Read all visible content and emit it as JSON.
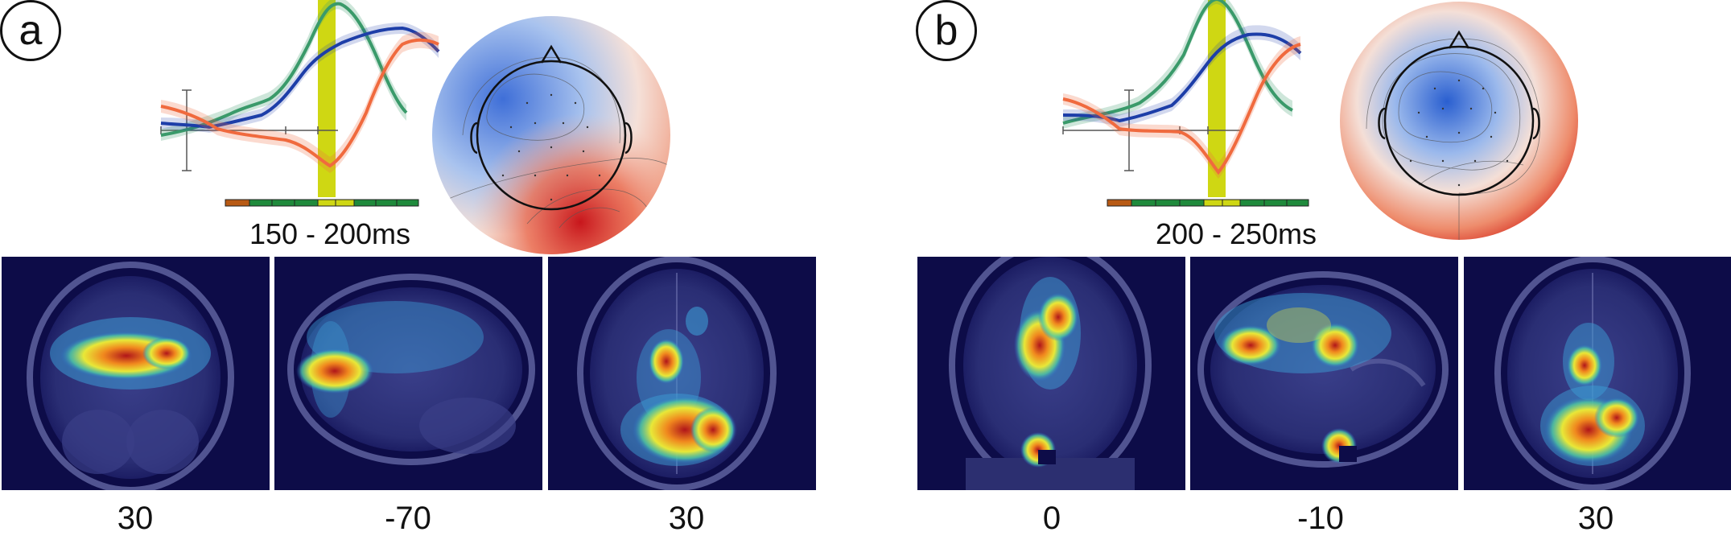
{
  "panels": [
    {
      "label": "a",
      "time_window": "150 - 200ms",
      "slices": [
        {
          "view": "coronal",
          "coordinate": "30"
        },
        {
          "view": "sagittal",
          "coordinate": "-70"
        },
        {
          "view": "axial",
          "coordinate": "30"
        }
      ],
      "erp_colors": {
        "green": "#3a9a6a",
        "blue": "#1d3ea8",
        "orange": "#f06a3e",
        "highlight": "#cfd713"
      }
    },
    {
      "label": "b",
      "time_window": "200 - 250ms",
      "slices": [
        {
          "view": "coronal",
          "coordinate": "0"
        },
        {
          "view": "sagittal",
          "coordinate": "-10"
        },
        {
          "view": "axial",
          "coordinate": "30"
        }
      ],
      "erp_colors": {
        "green": "#3a9a6a",
        "blue": "#1d3ea8",
        "orange": "#f06a3e",
        "highlight": "#cfd713"
      }
    }
  ]
}
